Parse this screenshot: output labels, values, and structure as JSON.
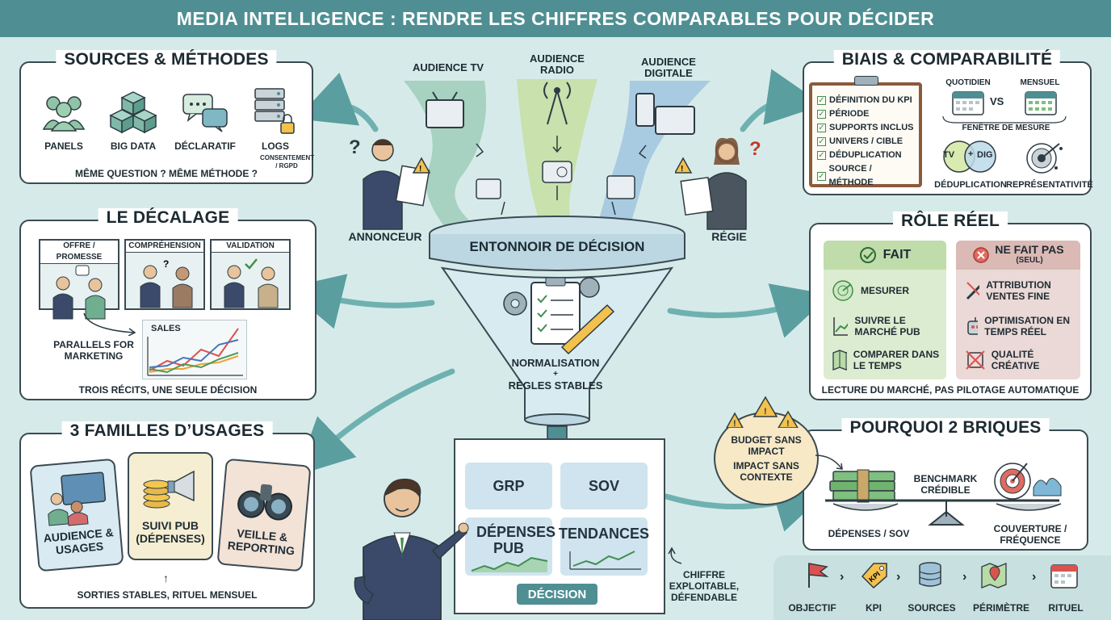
{
  "title": "MEDIA INTELLIGENCE : RENDRE LES CHIFFRES COMPARABLES POUR DÉCIDER",
  "sources": {
    "title": "SOURCES & MÉTHODES",
    "items": [
      "PANELS",
      "BIG DATA",
      "DÉCLARATIF",
      "LOGS"
    ],
    "logs_note": "CONSENTEMENT / RGPD",
    "caption": "MÊME QUESTION ? MÊME MÉTHODE ?"
  },
  "decalage": {
    "title": "LE DÉCALAGE",
    "frames": [
      "OFFRE / PROMESSE",
      "COMPRÉHENSION",
      "VALIDATION"
    ],
    "parallels": "PARALLELS FOR MARKETING",
    "chart_label": "SALES",
    "caption": "TROIS RÉCITS, UNE SEULE DÉCISION"
  },
  "usages": {
    "title": "3 FAMILLES D’USAGES",
    "cards": [
      "AUDIENCE & USAGES",
      "SUIVI PUB (DÉPENSES)",
      "VEILLE & REPORTING"
    ],
    "caption": "SORTIES STABLES, RITUEL MENSUEL"
  },
  "funnel": {
    "inputs": [
      "AUDIENCE TV",
      "AUDIENCE RADIO",
      "AUDIENCE DIGITALE"
    ],
    "left_person": "ANNONCEUR",
    "right_person": "RÉGIE",
    "label": "ENTONNOIR DE DÉCISION",
    "process_line1": "NORMALISATION",
    "process_plus": "+",
    "process_line2": "RÈGLES STABLES"
  },
  "decision": {
    "metrics": [
      "GRP",
      "SOV",
      "DÉPENSES PUB",
      "TENDANCES"
    ],
    "label": "DÉCISION",
    "note": "CHIFFRE EXPLOITABLE, DÉFENDABLE"
  },
  "biais": {
    "title": "BIAIS & COMPARABILITÉ",
    "checklist": [
      "DÉFINITION DU KPI",
      "PÉRIODE",
      "SUPPORTS INCLUS",
      "UNIVERS / CIBLE",
      "DÉDUPLICATION",
      "SOURCE / MÉTHODE"
    ],
    "quotidien": "QUOTIDIEN",
    "vs": "VS",
    "mensuel": "MENSUEL",
    "fenetre": "FENÊTRE DE MESURE",
    "tv": "TV",
    "plus": "+",
    "dig": "DIG",
    "deduplication": "DÉDUPLICATION",
    "representativite": "REPRÉSENTATIVITÉ"
  },
  "role": {
    "title": "RÔLE RÉEL",
    "fait_label": "FAIT",
    "fait_items": [
      "MESURER",
      "SUIVRE LE MARCHÉ PUB",
      "COMPARER DANS LE TEMPS"
    ],
    "nefait_label": "NE FAIT PAS",
    "nefait_sub": "(SEUL)",
    "nefait_items": [
      "ATTRIBUTION VENTES FINE",
      "OPTIMISATION EN TEMPS RÉEL",
      "QUALITÉ CRÉATIVE"
    ],
    "caption": "LECTURE DU MARCHÉ, PAS PILOTAGE AUTOMATIQUE"
  },
  "briques": {
    "title": "POURQUOI 2 BRIQUES",
    "warn1": "BUDGET SANS IMPACT",
    "warn2": "IMPACT SANS CONTEXTE",
    "benchmark": "BENCHMARK CRÉDIBLE",
    "left": "DÉPENSES / SOV",
    "right": "COUVERTURE / FRÉQUENCE"
  },
  "steps": [
    "OBJECTIF",
    "KPI",
    "SOURCES",
    "PÉRIMÈTRE",
    "RITUEL"
  ],
  "colors": {
    "banner": "#4f8f93",
    "accent": "#4f8f93",
    "fait": "#dcecd0",
    "nefait": "#ead9d6"
  }
}
